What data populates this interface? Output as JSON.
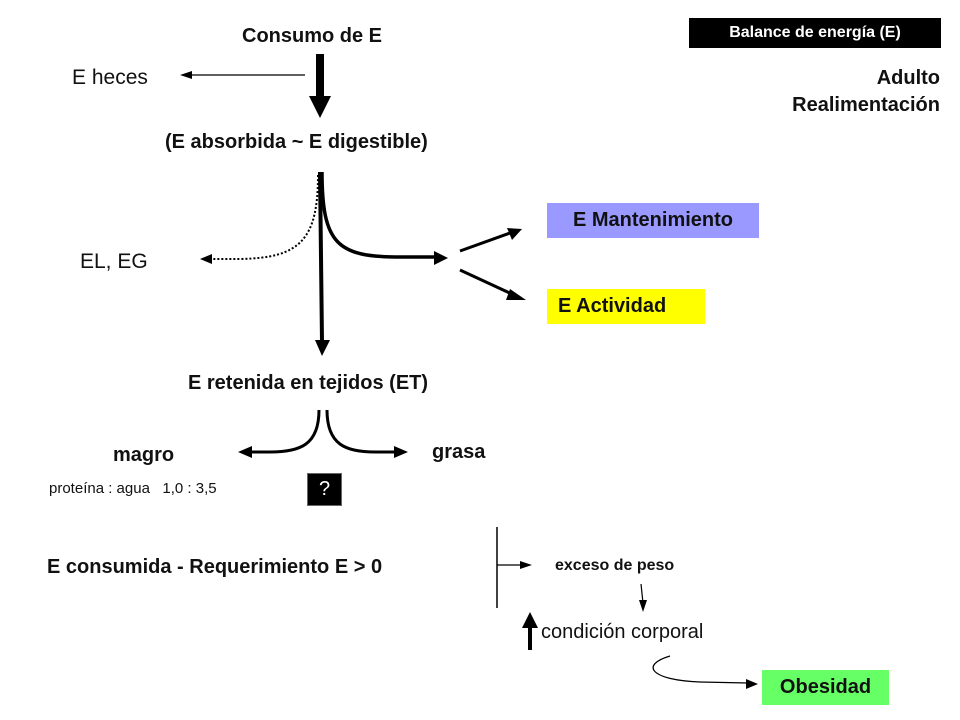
{
  "title_badge": "Balance  de energía (E)",
  "context": {
    "line1": "Adulto",
    "line2": "Realimentación"
  },
  "nodes": {
    "consumo": "Consumo de E",
    "heces": "E heces",
    "absorbida": "(E absorbida ~ E digestible)",
    "el_eg": "EL, EG",
    "mantenimiento": "E Mantenimiento",
    "actividad": "E Actividad",
    "retenida": "E retenida en tejidos (ET)",
    "magro": "magro",
    "grasa": "grasa",
    "proteina_agua": "proteína : agua   1,0 : 3,5",
    "question": "?",
    "balance": "E consumida - Requerimiento E > 0",
    "exceso": "exceso de peso",
    "condicion": "condición corporal",
    "obesidad": "Obesidad"
  },
  "colors": {
    "mantenimiento_bg": "#9999ff",
    "actividad_bg": "#ffff00",
    "obesidad_bg": "#66ff66",
    "badge_bg": "#000000",
    "badge_fg": "#ffffff",
    "question_bg": "#000000",
    "question_fg": "#ffffff"
  }
}
